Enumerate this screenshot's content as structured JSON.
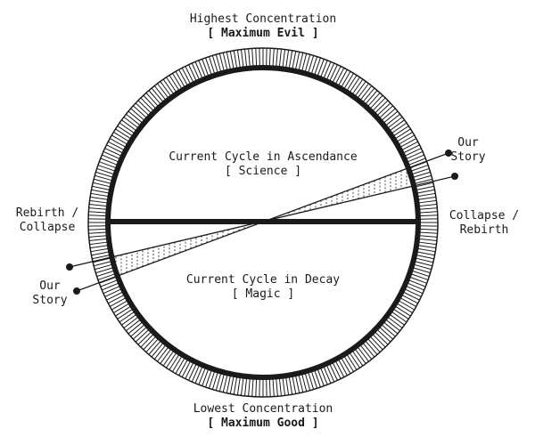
{
  "diagram": {
    "top_label": {
      "line1": "Highest Concentration",
      "line2": "[ Maximum Evil ]"
    },
    "bottom_label": {
      "line1": "Lowest Concentration",
      "line2": "[ Maximum Good ]"
    },
    "ascendance_label": {
      "line1": "Current Cycle in Ascendance",
      "line2": "[ Science ]"
    },
    "decay_label": {
      "line1": "Current Cycle in Decay",
      "line2": "[ Magic ]"
    },
    "left_label": {
      "line1": "Rebirth /",
      "line2": "Collapse"
    },
    "right_label": {
      "line1": "Collapse /",
      "line2": "Rebirth"
    },
    "story_right": {
      "line1": "Our",
      "line2": "Story"
    },
    "story_left": {
      "line1": "Our",
      "line2": "Story"
    },
    "colors": {
      "ink": "#1a1a1a",
      "background": "#ffffff"
    }
  }
}
